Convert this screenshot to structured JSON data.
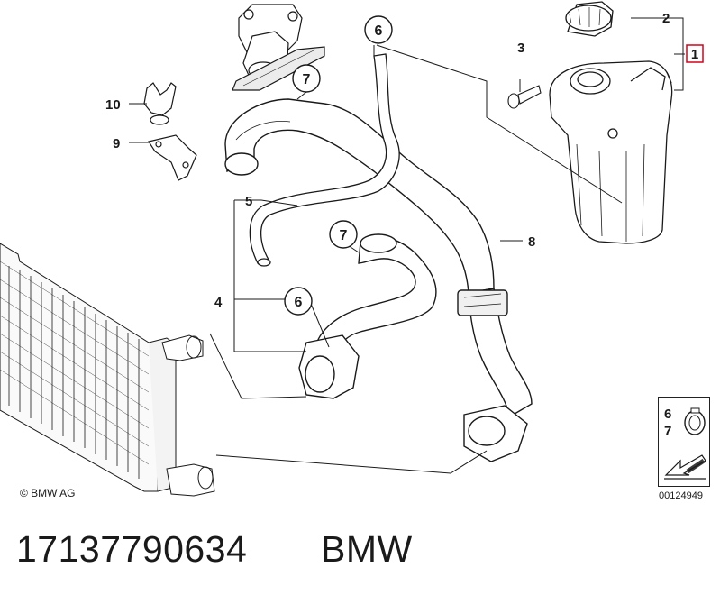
{
  "callouts": {
    "c1": "1",
    "c2": "2",
    "c3": "3",
    "c4": "4",
    "c5": "5",
    "c6a": "6",
    "c6b": "6",
    "c7a": "7",
    "c7b": "7",
    "c8": "8",
    "c9": "9",
    "c10": "10"
  },
  "legend": {
    "num_6": "6",
    "num_7": "7"
  },
  "doc_number": "00124949",
  "copyright": "© BMW AG",
  "caption": {
    "part_number": "17137790634",
    "brand": "BMW"
  },
  "colors": {
    "line": "#1a1a1a",
    "highlight_box": "#d0021b",
    "paper": "#ffffff"
  }
}
